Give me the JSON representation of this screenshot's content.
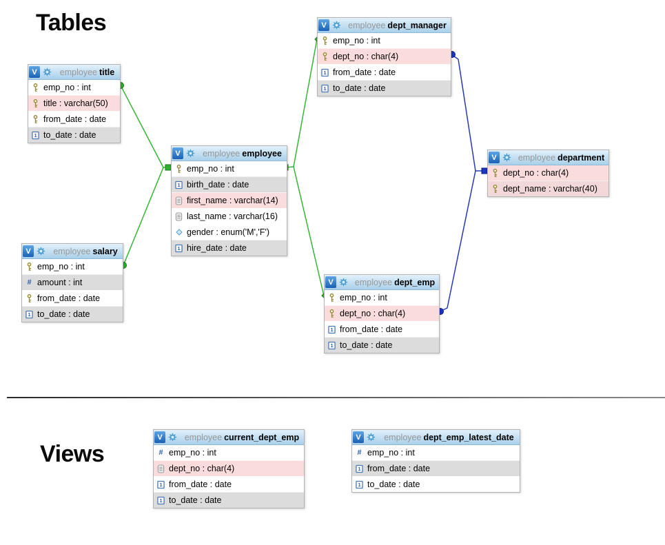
{
  "headings": {
    "tables": "Tables",
    "views": "Views"
  },
  "icons": {
    "v_label": "V",
    "hash_glyph": "#",
    "gear": "gear-icon",
    "key": "key-icon",
    "calendar": "calendar-icon",
    "text": "text-field-icon",
    "enum": "enum-diamond-icon",
    "numeric": "numeric-hash-icon"
  },
  "colors": {
    "relation_green": "#36b536",
    "relation_blue": "#2438b8",
    "header_top": "#e2f1fb",
    "header_bottom": "#a9d0ea",
    "row_pink": "#fbdcdc",
    "row_gray": "#dcdcdc",
    "v_button_blue": "#1a61b5"
  },
  "tables": [
    {
      "schema": "employee",
      "name": "title",
      "kind": "table",
      "fields": [
        {
          "icon": "key-icon",
          "text": "emp_no : int"
        },
        {
          "icon": "key-icon",
          "text": "title : varchar(50)"
        },
        {
          "icon": "key-icon",
          "text": "from_date : date"
        },
        {
          "icon": "calendar-icon",
          "text": "to_date : date"
        }
      ]
    },
    {
      "schema": "employee",
      "name": "employee",
      "kind": "table",
      "fields": [
        {
          "icon": "key-icon",
          "text": "emp_no : int"
        },
        {
          "icon": "calendar-icon",
          "text": "birth_date : date"
        },
        {
          "icon": "text-field-icon",
          "text": "first_name : varchar(14)"
        },
        {
          "icon": "text-field-icon",
          "text": "last_name : varchar(16)"
        },
        {
          "icon": "enum-diamond-icon",
          "text": "gender : enum('M','F')"
        },
        {
          "icon": "calendar-icon",
          "text": "hire_date : date"
        }
      ]
    },
    {
      "schema": "employee",
      "name": "salary",
      "kind": "table",
      "fields": [
        {
          "icon": "key-icon",
          "text": "emp_no : int"
        },
        {
          "icon": "numeric-hash-icon",
          "text": "amount : int"
        },
        {
          "icon": "key-icon",
          "text": "from_date : date"
        },
        {
          "icon": "calendar-icon",
          "text": "to_date : date"
        }
      ]
    },
    {
      "schema": "employee",
      "name": "dept_manager",
      "kind": "table",
      "fields": [
        {
          "icon": "key-icon",
          "text": "emp_no : int"
        },
        {
          "icon": "key-icon",
          "text": "dept_no : char(4)"
        },
        {
          "icon": "calendar-icon",
          "text": "from_date : date"
        },
        {
          "icon": "calendar-icon",
          "text": "to_date : date"
        }
      ]
    },
    {
      "schema": "employee",
      "name": "dept_emp",
      "kind": "table",
      "fields": [
        {
          "icon": "key-icon",
          "text": "emp_no : int"
        },
        {
          "icon": "key-icon",
          "text": "dept_no : char(4)"
        },
        {
          "icon": "calendar-icon",
          "text": "from_date : date"
        },
        {
          "icon": "calendar-icon",
          "text": "to_date : date"
        }
      ]
    },
    {
      "schema": "employee",
      "name": "department",
      "kind": "table",
      "fields": [
        {
          "icon": "key-icon",
          "text": "dept_no : char(4)"
        },
        {
          "icon": "key-icon",
          "text": "dept_name : varchar(40)"
        }
      ]
    },
    {
      "schema": "employee",
      "name": "current_dept_emp",
      "kind": "view",
      "fields": [
        {
          "icon": "numeric-hash-icon",
          "text": "emp_no : int"
        },
        {
          "icon": "text-field-icon",
          "text": "dept_no : char(4)"
        },
        {
          "icon": "calendar-icon",
          "text": "from_date : date"
        },
        {
          "icon": "calendar-icon",
          "text": "to_date : date"
        }
      ]
    },
    {
      "schema": "employee",
      "name": "dept_emp_latest_date",
      "kind": "view",
      "fields": [
        {
          "icon": "numeric-hash-icon",
          "text": "emp_no : int"
        },
        {
          "icon": "calendar-icon",
          "text": "from_date : date"
        },
        {
          "icon": "calendar-icon",
          "text": "to_date : date"
        }
      ]
    }
  ],
  "relations": [
    {
      "from": "title.emp_no",
      "to": "employee.emp_no",
      "color": "green"
    },
    {
      "from": "salary.emp_no",
      "to": "employee.emp_no",
      "color": "green"
    },
    {
      "from": "employee.emp_no",
      "to": "dept_manager.emp_no",
      "color": "green"
    },
    {
      "from": "employee.emp_no",
      "to": "dept_emp.emp_no",
      "color": "green"
    },
    {
      "from": "dept_manager.dept_no",
      "to": "department.dept_no",
      "color": "blue"
    },
    {
      "from": "dept_emp.dept_no",
      "to": "department.dept_no",
      "color": "blue"
    }
  ]
}
